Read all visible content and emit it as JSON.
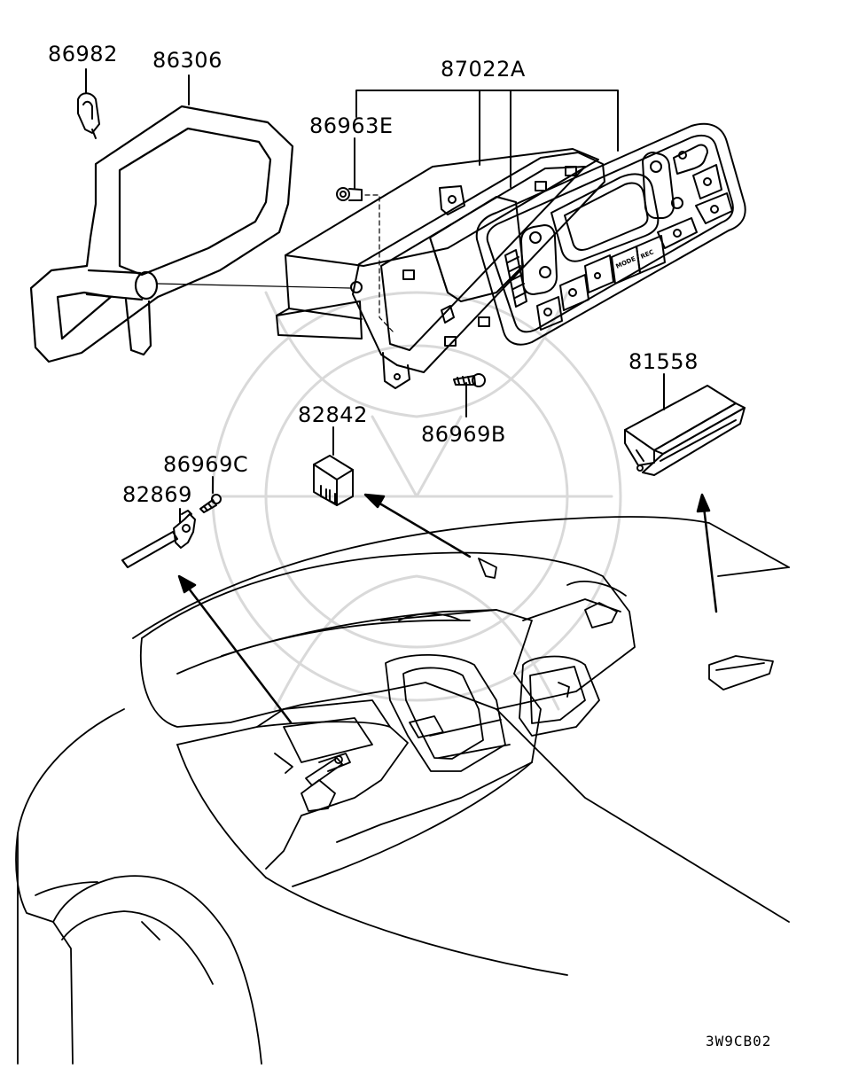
{
  "diagram": {
    "labels": {
      "p86982": "86982",
      "p86306": "86306",
      "p87022A": "87022A",
      "p86963E": "86963E",
      "p81558": "81558",
      "p82842": "82842",
      "p86969B": "86969B",
      "p86969C": "86969C",
      "p82869": "82869"
    },
    "panel_buttons": {
      "mode": "MODE",
      "rec": "REC"
    },
    "figure_code": "3W9CB02",
    "colors": {
      "line": "#000000",
      "watermark": "#d9d9d9",
      "background": "#ffffff"
    }
  }
}
